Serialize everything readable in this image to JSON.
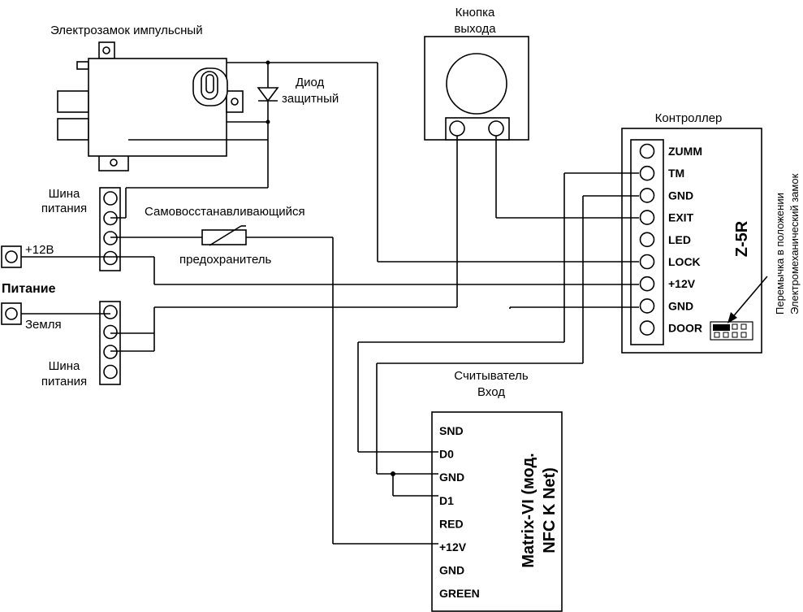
{
  "lock": {
    "title": "Электрозамок импульсный"
  },
  "diode": {
    "line1": "Диод",
    "line2": "защитный"
  },
  "exit_button": {
    "line1": "Кнопка",
    "line2": "выхода"
  },
  "controller": {
    "title": "Контроллер",
    "model": "Z-5R",
    "terminals": [
      "ZUMM",
      "TM",
      "GND",
      "EXIT",
      "LED",
      "LOCK",
      "+12V",
      "GND",
      "DOOR"
    ]
  },
  "jumper": {
    "line1": "Перемычка в положении",
    "line2": "Электромеханический замок"
  },
  "bus_top": {
    "line1": "Шина",
    "line2": "питания"
  },
  "bus_bottom": {
    "line1": "Шина",
    "line2": "питания"
  },
  "fuse": {
    "line1": "Самовосстанавливающийся",
    "line2": "предохранитель"
  },
  "power": {
    "title": "Питание",
    "plus": "+12В",
    "ground": "Земля"
  },
  "reader": {
    "line1": "Считыватель",
    "line2": "Вход",
    "model_line1": "Matrix-VI (мод.",
    "model_line2": "NFC K Net)",
    "terminals": [
      "SND",
      "D0",
      "GND",
      "D1",
      "RED",
      "+12V",
      "GND",
      "GREEN"
    ]
  }
}
